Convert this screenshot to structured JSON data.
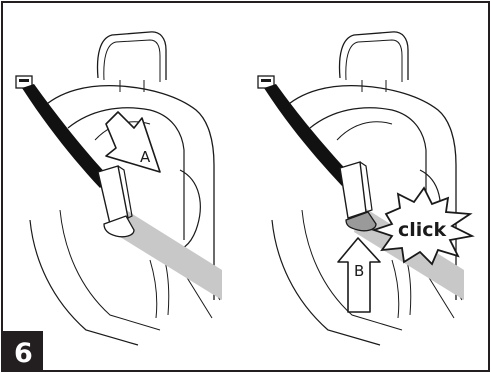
{
  "figure": {
    "step_number": "6",
    "left_panel": {
      "callout_label": "A"
    },
    "right_panel": {
      "callout_label": "B",
      "burst_text": "click"
    }
  },
  "colors": {
    "frame": "#231f20",
    "line_art": "#1a1a1a",
    "belt_strap": "#111111",
    "belt_shadow": "#c8c8c8",
    "badge_fill": "#231f20"
  },
  "icons": {
    "arrow_a": "diagonal-push-arrow",
    "arrow_b": "upward-push-arrow",
    "burst": "starburst-click"
  }
}
